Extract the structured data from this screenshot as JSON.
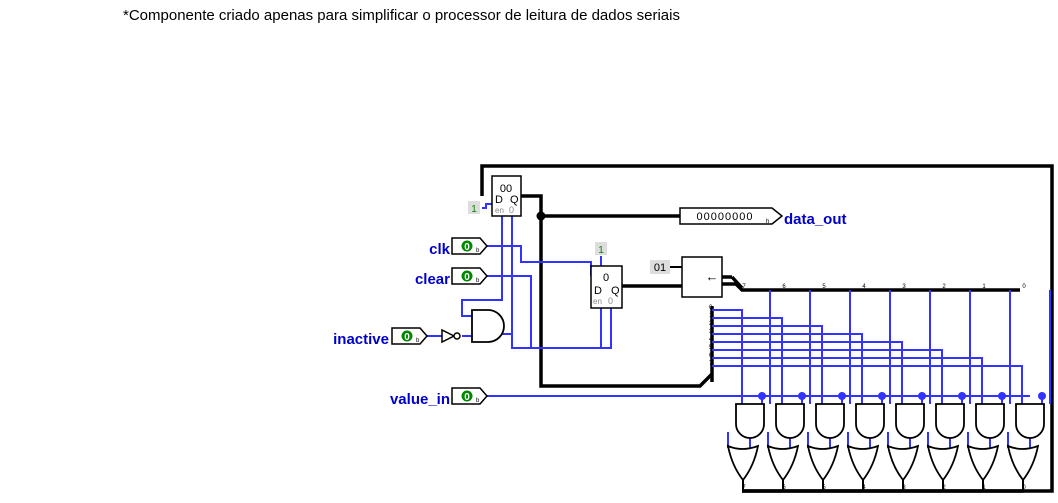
{
  "note": "*Componente criado apenas para simplificar o processor de leitura de dados seriais",
  "pins": {
    "clk": "clk",
    "clear": "clear",
    "inactive": "inactive",
    "value_in": "value_in",
    "data_out": "data_out"
  },
  "input_pin_value": "0",
  "input_pin_sub": "b",
  "output_bits": "00000000",
  "output_sub": "h",
  "reg1": {
    "top": "00",
    "d": "D",
    "q": "Q",
    "en": "en",
    "clr": "0"
  },
  "reg2": {
    "top": "0",
    "d": "D",
    "q": "Q",
    "en": "en",
    "clr": "0"
  },
  "const_one_a": "1",
  "const_one_b": "1",
  "shift_const": "01",
  "shifter_symbol": "←",
  "split_in_labels": [
    "0",
    "1",
    "2",
    "3",
    "4",
    "5",
    "6",
    "7"
  ],
  "split_top_labels": [
    "7",
    "6",
    "5",
    "4",
    "3",
    "2",
    "1",
    "0"
  ],
  "split_bottom_labels": [
    "7",
    "6",
    "5",
    "4",
    "3",
    "2",
    "1",
    "0"
  ],
  "colors": {
    "wire": "#3333ff",
    "bus": "#000000",
    "pin_fill": "#008800",
    "label": "#0000cc"
  }
}
